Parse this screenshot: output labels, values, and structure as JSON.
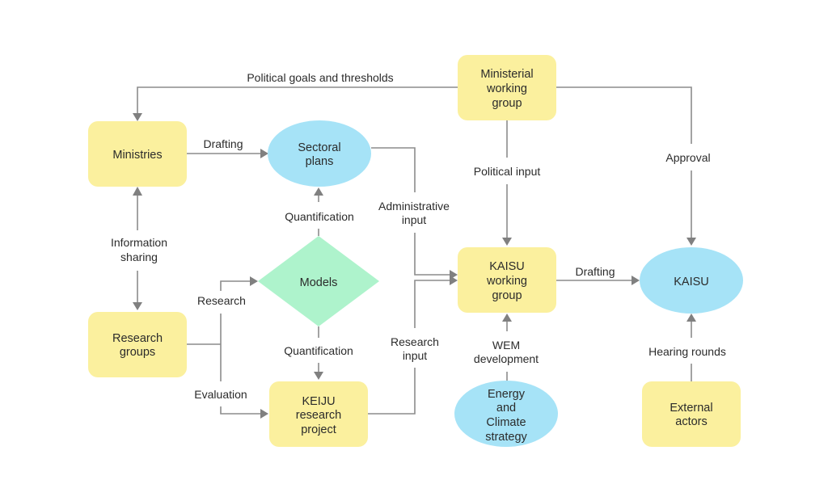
{
  "colors": {
    "box": "#fbf09e",
    "ellipse": "#a6e3f7",
    "diamond": "#aef3cc",
    "edge": "#8c8c8c",
    "text": "#2b2b2b"
  },
  "nodes": {
    "ministries": {
      "shape": "rounded-rectangle",
      "lines": [
        "Ministries"
      ]
    },
    "sectoral_plans": {
      "shape": "ellipse",
      "lines": [
        "Sectoral",
        "plans"
      ]
    },
    "ministerial_working_group": {
      "shape": "rounded-rectangle",
      "lines": [
        "Ministerial",
        "working",
        "group"
      ]
    },
    "models": {
      "shape": "diamond",
      "lines": [
        "Models"
      ]
    },
    "research_groups": {
      "shape": "rounded-rectangle",
      "lines": [
        "Research",
        "groups"
      ]
    },
    "keiju": {
      "shape": "rounded-rectangle",
      "lines": [
        "KEIJU",
        "research",
        "project"
      ]
    },
    "kaisu_working_group": {
      "shape": "rounded-rectangle",
      "lines": [
        "KAISU",
        "working",
        "group"
      ]
    },
    "kaisu": {
      "shape": "ellipse",
      "lines": [
        "KAISU"
      ]
    },
    "energy_climate_strategy": {
      "shape": "ellipse",
      "lines": [
        "Energy",
        "and",
        "Climate",
        "strategy"
      ]
    },
    "external_actors": {
      "shape": "rounded-rectangle",
      "lines": [
        "External",
        "actors"
      ]
    }
  },
  "edges": [
    {
      "id": "political-goals",
      "from": "ministerial_working_group",
      "to": "ministries",
      "label": [
        "Political goals and thresholds"
      ]
    },
    {
      "id": "drafting-plans",
      "from": "ministries",
      "to": "sectoral_plans",
      "label": [
        "Drafting"
      ]
    },
    {
      "id": "information-sharing",
      "from": "ministries",
      "to": "research_groups",
      "label": [
        "Information",
        "sharing"
      ],
      "bidirectional": true
    },
    {
      "id": "quantification-up",
      "from": "models",
      "to": "sectoral_plans",
      "label": [
        "Quantification"
      ]
    },
    {
      "id": "quantification-down",
      "from": "models",
      "to": "keiju",
      "label": [
        "Quantification"
      ]
    },
    {
      "id": "research",
      "from": "research_groups",
      "to": "models",
      "label": [
        "Research"
      ]
    },
    {
      "id": "evaluation",
      "from": "research_groups",
      "to": "keiju",
      "label": [
        "Evaluation"
      ]
    },
    {
      "id": "administrative-input",
      "from": "sectoral_plans",
      "to": "kaisu_working_group",
      "label": [
        "Administrative",
        "input"
      ]
    },
    {
      "id": "research-input",
      "from": "keiju",
      "to": "kaisu_working_group",
      "label": [
        "Research",
        "input"
      ]
    },
    {
      "id": "political-input",
      "from": "ministerial_working_group",
      "to": "kaisu_working_group",
      "label": [
        "Political input"
      ]
    },
    {
      "id": "wem-development",
      "from": "energy_climate_strategy",
      "to": "kaisu_working_group",
      "label": [
        "WEM",
        "development"
      ]
    },
    {
      "id": "drafting-kaisu",
      "from": "kaisu_working_group",
      "to": "kaisu",
      "label": [
        "Drafting"
      ]
    },
    {
      "id": "approval",
      "from": "ministerial_working_group",
      "to": "kaisu",
      "label": [
        "Approval"
      ]
    },
    {
      "id": "hearing-rounds",
      "from": "external_actors",
      "to": "kaisu",
      "label": [
        "Hearing rounds"
      ]
    }
  ]
}
